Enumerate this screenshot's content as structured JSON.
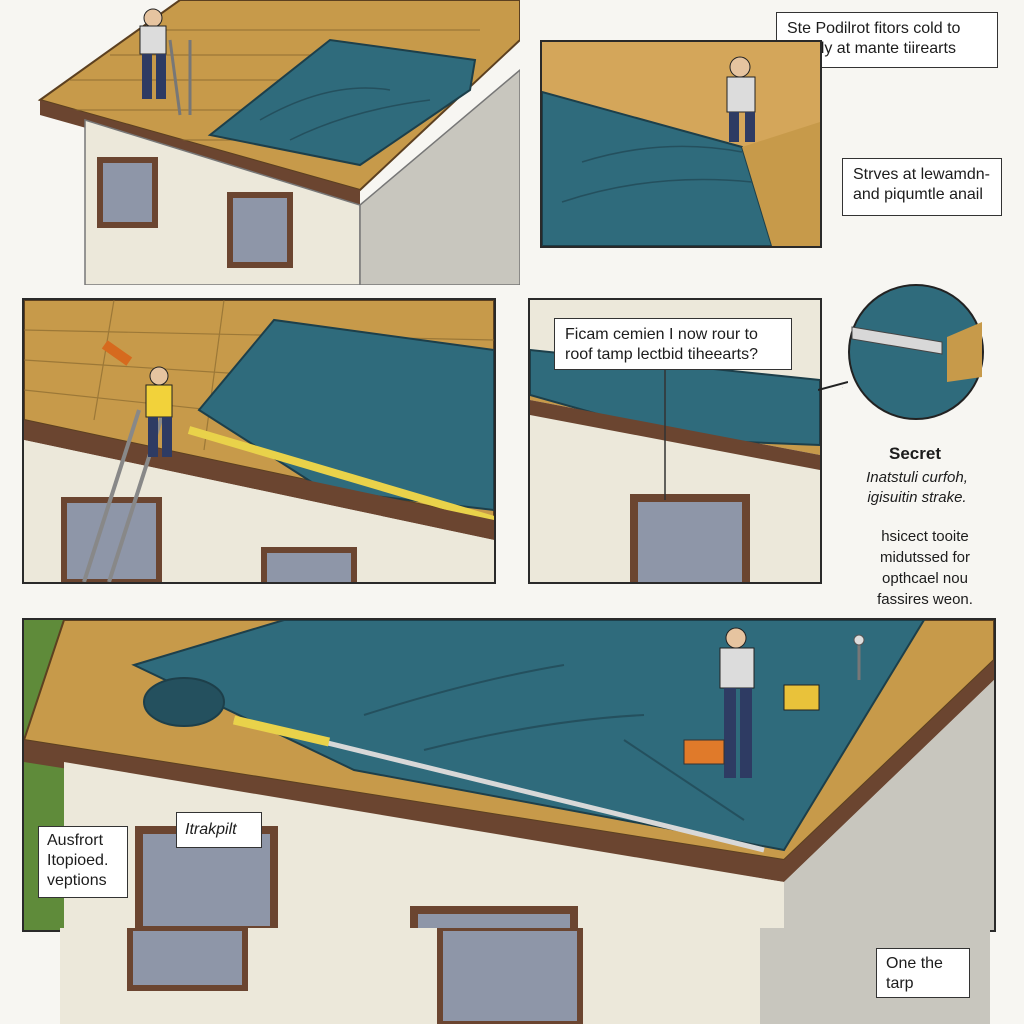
{
  "callouts": {
    "top_right": "Ste Podilrot fitors cold to\nlackdy at mante tiirearts",
    "middle_right": "Strves at lewamdn-\nand piqumtle anail",
    "mid_question": "Ficam cemien I now rour to\nroof tamp lectbid tiheearts?",
    "bottom_inset": "Itrakpilt",
    "bottom_left": "Ausfrort\nItopioed.\nveptions",
    "bottom_right": "One the\ntarp"
  },
  "side_text": {
    "heading": "Secret",
    "subheading": "Inatstuli curfoh,\nigisuitin strake.",
    "note": "hsicect tooite\nmidutssed for\nopthcael nou\nfassires weon."
  },
  "colors": {
    "tarp": "#2f6b7c",
    "tarp_dark": "#24505e",
    "shingle": "#c79a4a",
    "fascia": "#6b4530",
    "wall": "#ece8da",
    "window_glass": "#8e96a8",
    "tape": "#e9d24a",
    "grass": "#5f8b3a"
  },
  "icons": [
    "worker-figure",
    "ladder-icon",
    "measuring-tape-icon",
    "drill-icon",
    "stake-icon",
    "magnifier-inset"
  ]
}
